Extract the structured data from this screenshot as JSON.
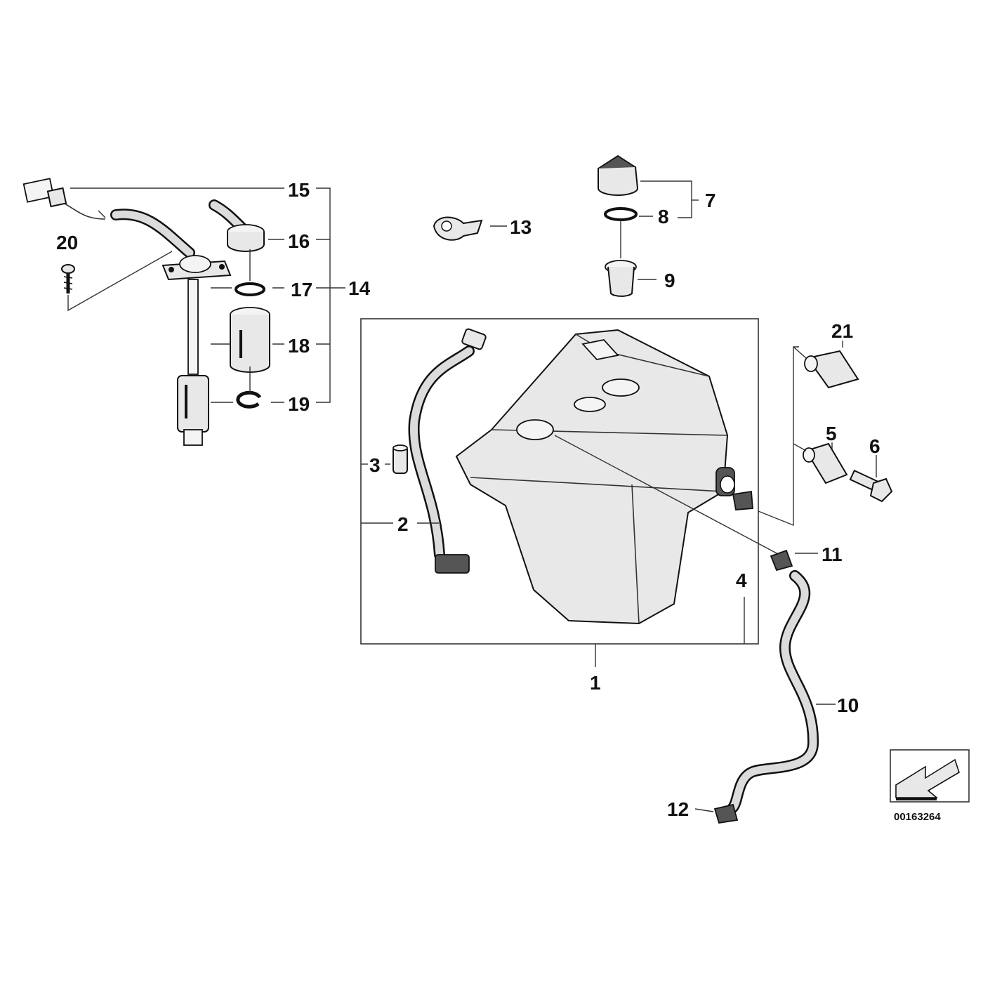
{
  "diagram_id": "00163264",
  "callouts": {
    "c1": "1",
    "c2": "2",
    "c3": "3",
    "c4": "4",
    "c5": "5",
    "c6": "6",
    "c7": "7",
    "c8": "8",
    "c9": "9",
    "c10": "10",
    "c11": "11",
    "c12": "12",
    "c13": "13",
    "c14": "14",
    "c15": "15",
    "c16": "16",
    "c17": "17",
    "c18": "18",
    "c19": "19",
    "c20": "20",
    "c21": "21"
  },
  "icons": {
    "orientation": "direction-arrow-icon"
  }
}
